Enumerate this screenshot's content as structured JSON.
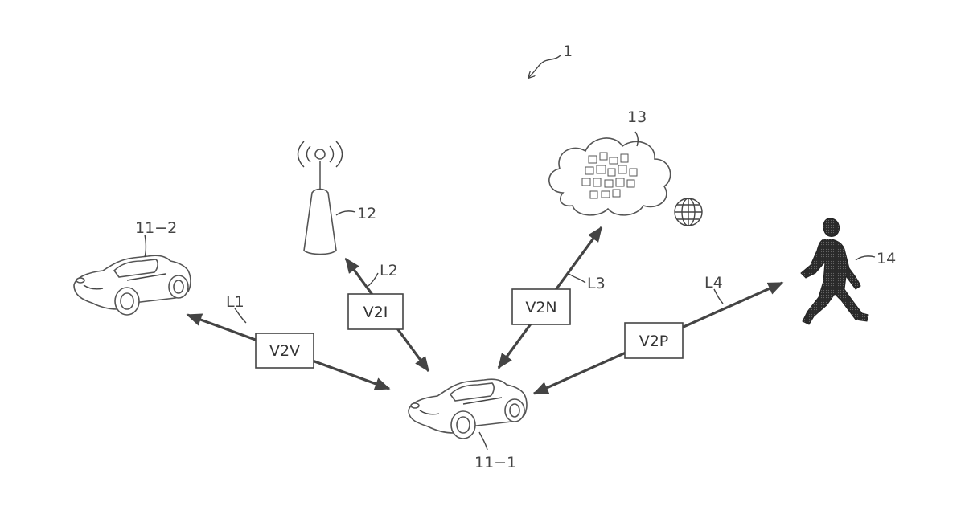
{
  "labels": {
    "system": "1",
    "car_main": "11−1",
    "car_other": "11−2",
    "base_station": "12",
    "cloud": "13",
    "pedestrian": "14",
    "link_1": "L1",
    "link_2": "L2",
    "link_3": "L3",
    "link_4": "L4"
  },
  "boxes": {
    "v2v": "V2V",
    "v2i": "V2I",
    "v2n": "V2N",
    "v2p": "V2P"
  },
  "icons": {
    "car_main": "car-icon",
    "car_other": "car-icon",
    "base_station": "antenna-tower-icon",
    "cloud": "cloud-icon",
    "globe": "globe-icon",
    "pedestrian": "walking-person-icon"
  }
}
